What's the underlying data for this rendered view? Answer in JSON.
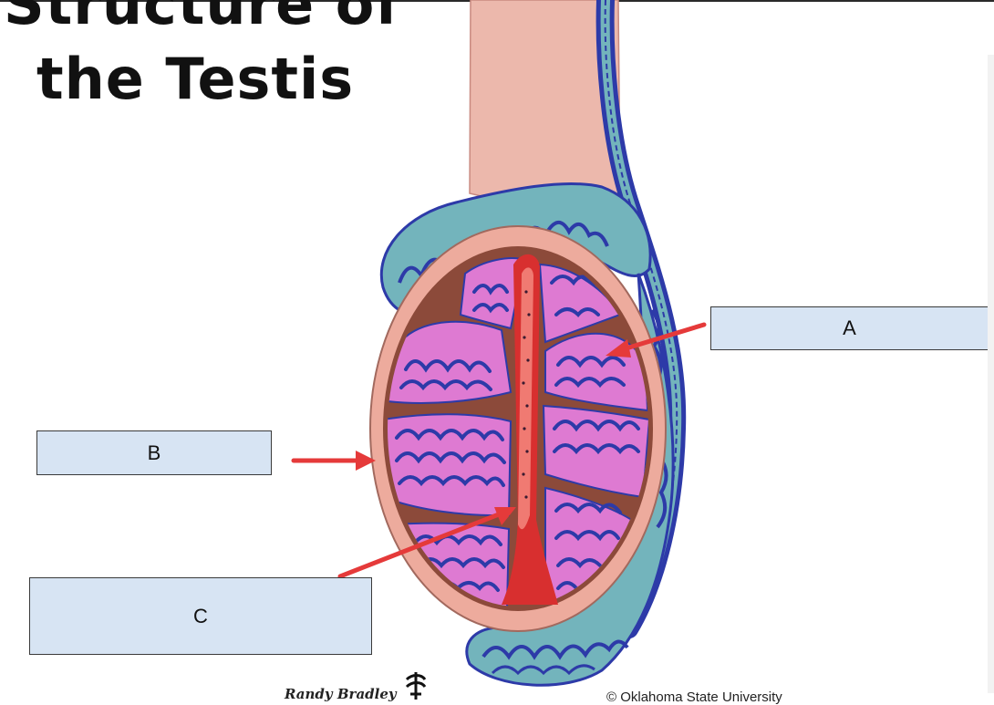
{
  "title": {
    "line1": "Structure of",
    "line2": "the Testis"
  },
  "labels": {
    "a": "A",
    "b": "B",
    "c": "C"
  },
  "credits": {
    "artist": "Randy Bradley",
    "copyright": "© Oklahoma State University"
  },
  "colors": {
    "label_fill": "#d7e4f3",
    "arrow": "#e53a3a",
    "cord": "#ecb8ac",
    "duct_blue": "#2d3aa8",
    "duct_teal": "#73b4bc",
    "lobule_pink": "#de7ad2",
    "septa_brown": "#8c4a3a",
    "capsule": "#edab9d",
    "mediastinum": "#e24f4f"
  }
}
